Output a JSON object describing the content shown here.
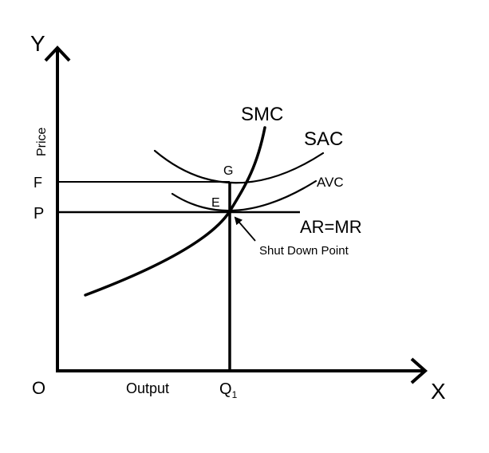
{
  "diagram": {
    "axes": {
      "y_label": "Y",
      "x_label": "X",
      "origin_label": "O",
      "y_title": "Price",
      "x_title": "Output"
    },
    "price_levels": {
      "upper": "F",
      "lower": "P"
    },
    "output_level": {
      "base": "Q",
      "subscript": "1"
    },
    "points": {
      "g": "G",
      "e": "E"
    },
    "curves": {
      "smc": "SMC",
      "sac": "SAC",
      "avc": "AVC",
      "ar_mr": "AR=MR"
    },
    "annotation": "Shut Down Point"
  }
}
